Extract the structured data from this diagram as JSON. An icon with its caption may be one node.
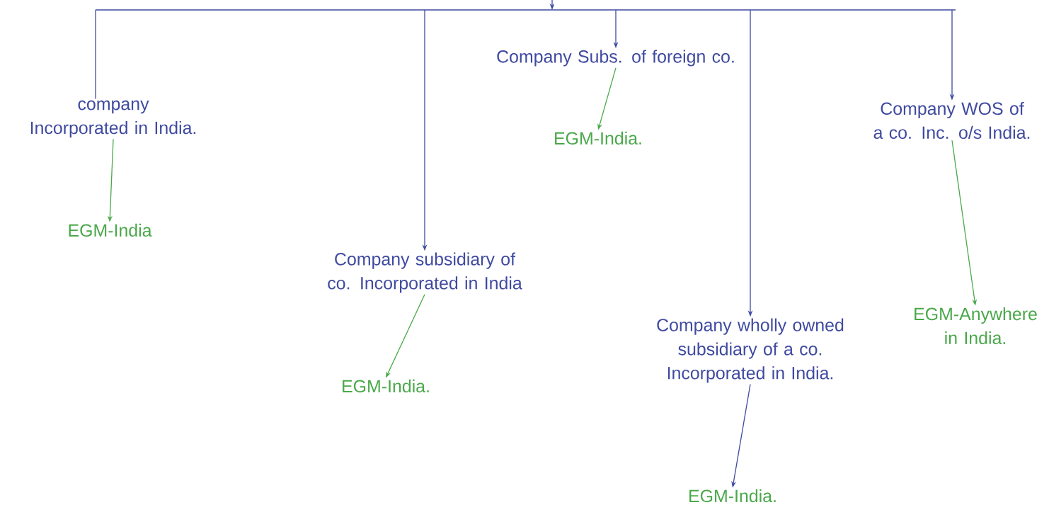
{
  "diagram": {
    "nodes": [
      {
        "text": [
          "company Incorporated in India."
        ]
      },
      {
        "text": [
          "EGM-India"
        ]
      },
      {
        "text": [
          "Company subsidiary of co. Incorporated in India"
        ]
      },
      {
        "text": [
          "EGM-India."
        ]
      },
      {
        "text": [
          "Company Subs. of foreign co."
        ]
      },
      {
        "text": [
          "EGM-India."
        ]
      },
      {
        "text": [
          "Company wholly owned subsidiary of a co. Incorporated in India."
        ]
      },
      {
        "text": [
          "EGM-India."
        ]
      },
      {
        "text": [
          "Company WOS of a co. Inc. o/s India."
        ]
      },
      {
        "text": [
          "EGM-Anywhere in India."
        ]
      }
    ],
    "edges": [
      {
        "from": null,
        "to": 0,
        "arrow": "none"
      },
      {
        "from": null,
        "to": 2,
        "arrow": "to"
      },
      {
        "from": null,
        "to": 4,
        "arrow": "to"
      },
      {
        "from": null,
        "to": 6,
        "arrow": "to"
      },
      {
        "from": null,
        "to": 8,
        "arrow": "to"
      },
      {
        "from": 0,
        "to": 1,
        "arrow": "to",
        "color": "#4aa84a"
      },
      {
        "from": 2,
        "to": 3,
        "arrow": "to",
        "color": "#4aa84a"
      },
      {
        "from": 4,
        "to": 5,
        "arrow": "to",
        "color": "#4aa84a"
      },
      {
        "from": 6,
        "to": 7,
        "arrow": "to"
      },
      {
        "from": 8,
        "to": 9,
        "arrow": "to",
        "color": "#4aa84a"
      }
    ]
  }
}
